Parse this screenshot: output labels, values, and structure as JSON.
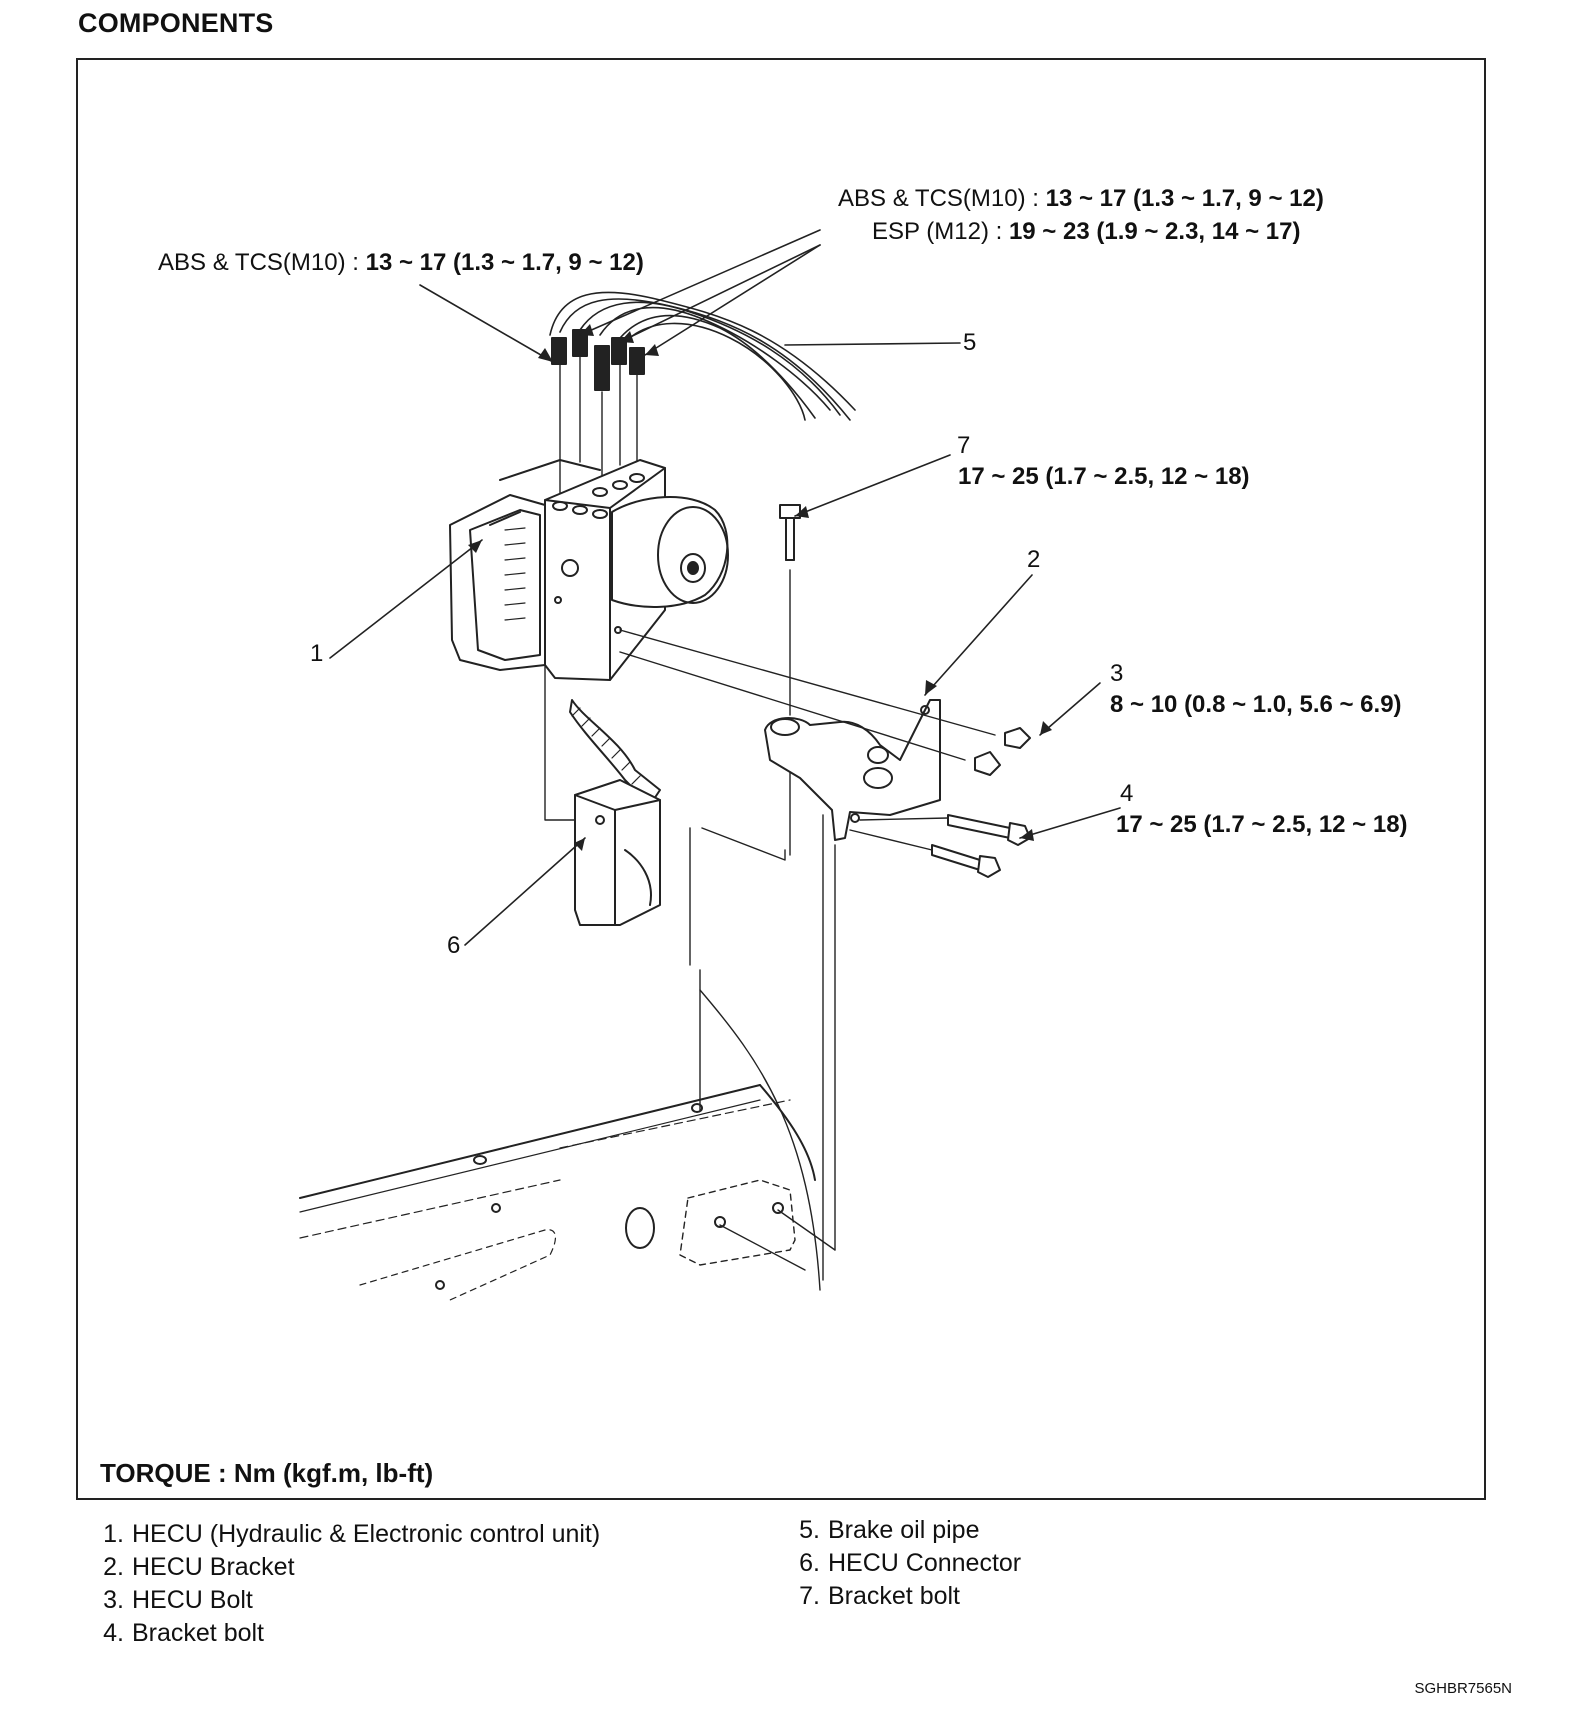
{
  "heading": "COMPONENTS",
  "callouts": {
    "top_left": {
      "prefix": "ABS & TCS(M10) : ",
      "value": "13 ~ 17 (1.3 ~ 1.7, 9 ~ 12)"
    },
    "top_right_1": {
      "prefix": "ABS & TCS(M10) : ",
      "value": "13 ~ 17 (1.3 ~ 1.7, 9 ~ 12)"
    },
    "top_right_2": {
      "prefix": "ESP (M12) : ",
      "value": "19 ~ 23 (1.9 ~ 2.3, 14 ~ 17)"
    },
    "item7_torque": "17 ~ 25 (1.7 ~ 2.5, 12 ~ 18)",
    "item3_torque": "8 ~ 10 (0.8 ~ 1.0, 5.6 ~ 6.9)",
    "item4_torque": "17 ~ 25 (1.7 ~ 2.5, 12 ~ 18)"
  },
  "part_numbers": {
    "n1": "1",
    "n2": "2",
    "n3": "3",
    "n4": "4",
    "n5": "5",
    "n6": "6",
    "n7": "7"
  },
  "torque_units": "TORQUE : Nm (kgf.m, lb-ft)",
  "legend": [
    {
      "num": "1.",
      "label": "HECU (Hydraulic & Electronic control unit)"
    },
    {
      "num": "2.",
      "label": "HECU Bracket"
    },
    {
      "num": "3.",
      "label": "HECU Bolt"
    },
    {
      "num": "4.",
      "label": "Bracket bolt"
    },
    {
      "num": "5.",
      "label": "Brake oil pipe"
    },
    {
      "num": "6.",
      "label": "HECU Connector"
    },
    {
      "num": "7.",
      "label": "Bracket bolt"
    }
  ],
  "image_code": "SGHBR7565N"
}
